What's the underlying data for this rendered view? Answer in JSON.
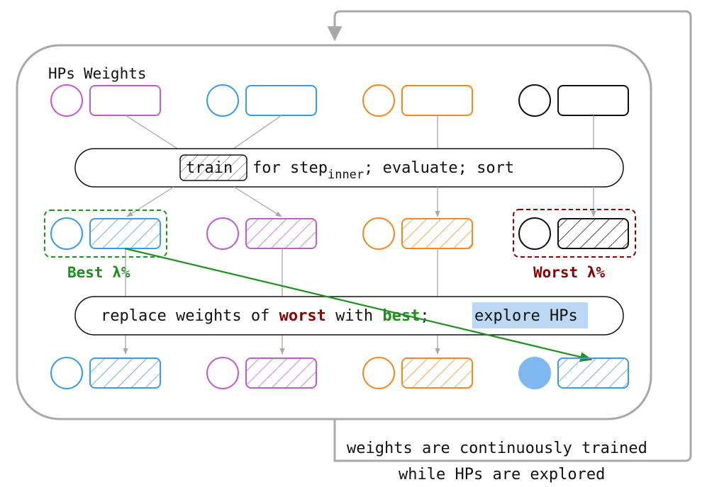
{
  "header": {
    "hps": "HPs",
    "weights": "Weights"
  },
  "step1": {
    "train": "train",
    "for_step": "for step",
    "subscript": "inner",
    "rest": "; evaluate; sort"
  },
  "labels": {
    "best": "Best λ%",
    "worst": "Worst λ%"
  },
  "step2": {
    "prefix": "replace weights of ",
    "worst": "worst",
    "with": " with ",
    "best": "best",
    "semicolon": ";",
    "explore": "explore HPs"
  },
  "footer": {
    "line1": "weights are continuously trained",
    "line2": "while HPs are explored"
  },
  "colors": {
    "purple": "#c05ccf",
    "blue": "#3d9ae8",
    "orange": "#f5891f",
    "black": "#111111",
    "green": "#1f8f1f",
    "darkred": "#8b0000",
    "gray": "#a8a8a8",
    "highlight": "#bcd8f5"
  }
}
